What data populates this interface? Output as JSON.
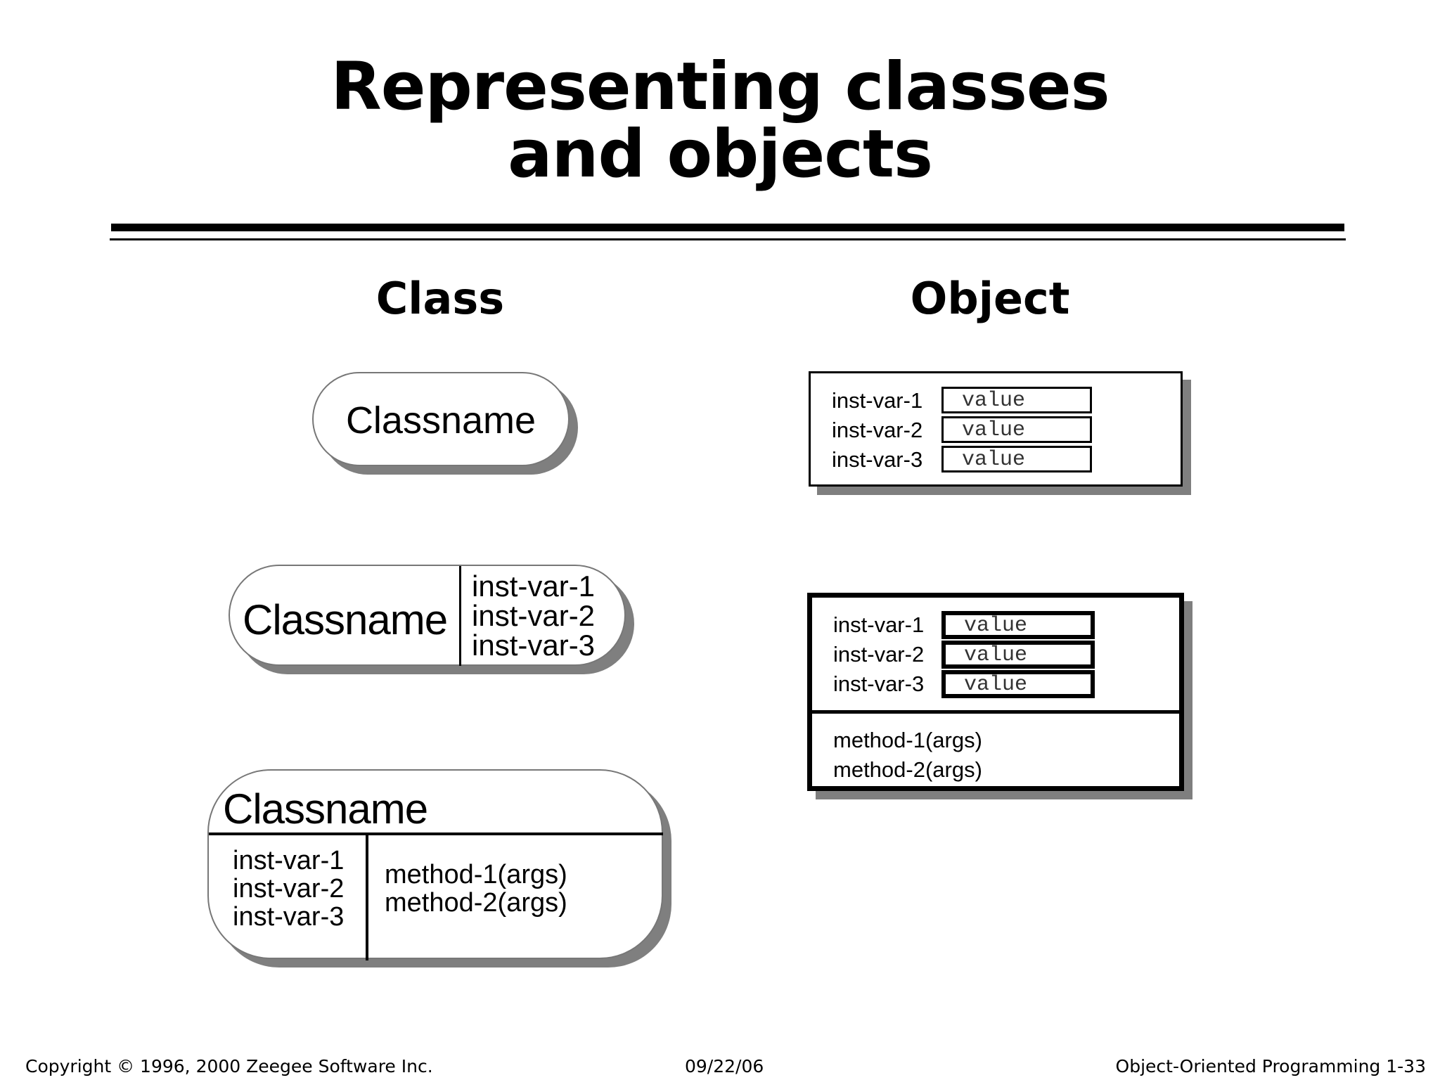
{
  "slide": {
    "title_line1": "Representing classes",
    "title_line2": "and objects"
  },
  "columns": {
    "class_heading": "Class",
    "object_heading": "Object"
  },
  "class_diagrams": {
    "simple": {
      "classname": "Classname"
    },
    "with_vars": {
      "classname": "Classname",
      "inst_vars": [
        "inst-var-1",
        "inst-var-2",
        "inst-var-3"
      ]
    },
    "full": {
      "classname": "Classname",
      "inst_vars": [
        "inst-var-1",
        "inst-var-2",
        "inst-var-3"
      ],
      "methods": [
        "method-1(args)",
        "method-2(args)"
      ]
    }
  },
  "object_diagrams": {
    "simple": {
      "inst_vars": [
        "inst-var-1",
        "inst-var-2",
        "inst-var-3"
      ],
      "values": [
        "value",
        "value",
        "value"
      ]
    },
    "full": {
      "inst_vars": [
        "inst-var-1",
        "inst-var-2",
        "inst-var-3"
      ],
      "values": [
        "value",
        "value",
        "value"
      ],
      "methods": [
        "method-1(args)",
        "method-2(args)"
      ]
    }
  },
  "footer": {
    "copyright": "Copyright © 1996, 2000 Zeegee Software Inc.",
    "date": "09/22/06",
    "course": "Object-Oriented Programming 1-33"
  },
  "colors": {
    "shadow": "#7f7f7f",
    "stroke": "#000000",
    "background": "#ffffff"
  }
}
